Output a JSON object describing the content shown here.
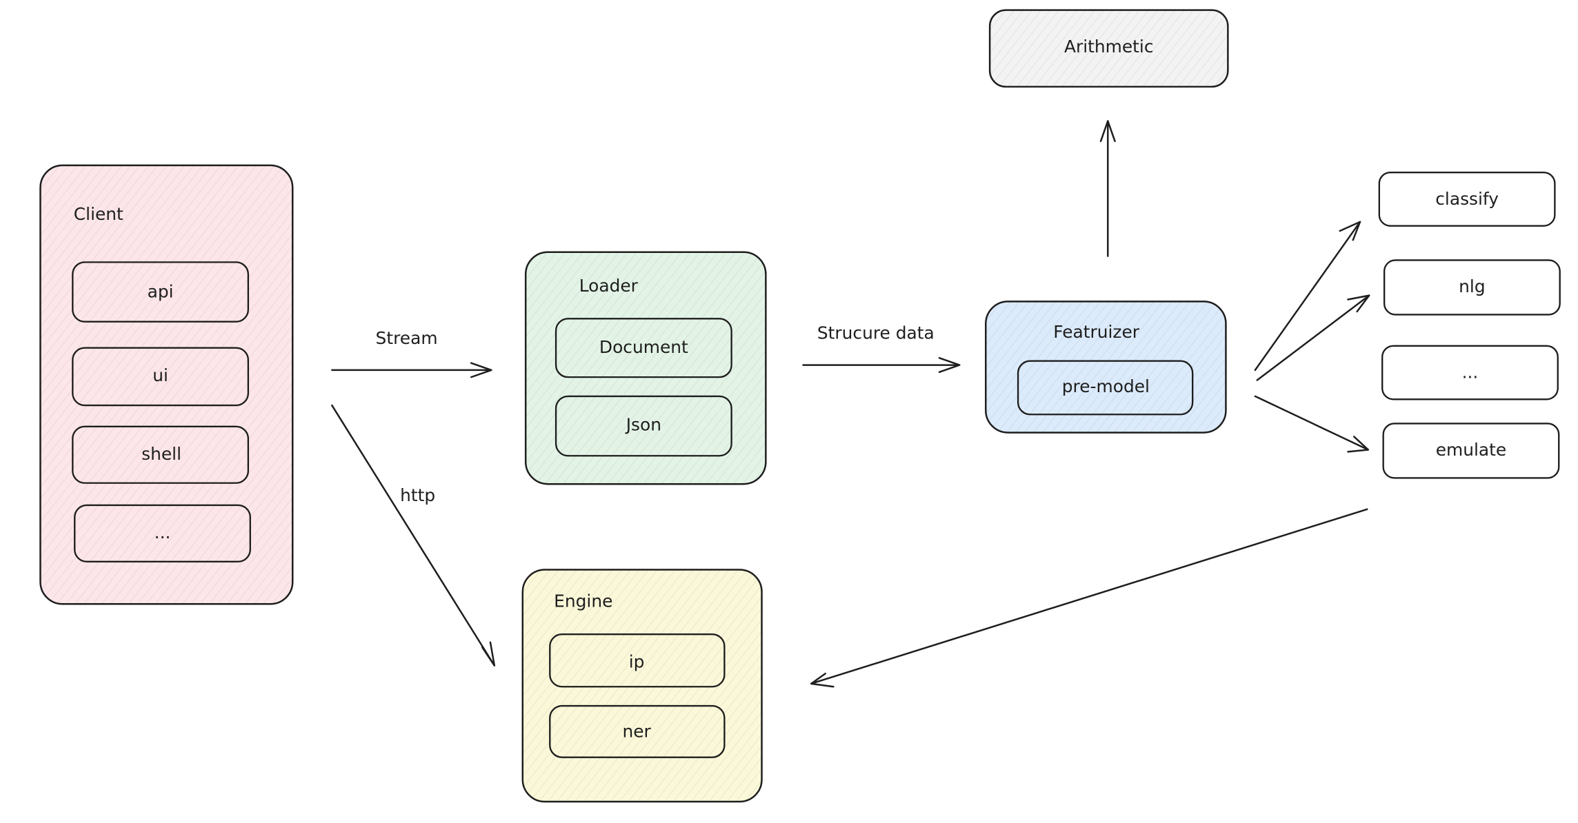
{
  "colors": {
    "stroke": "#1e1e1e",
    "client_fill": "#fde6e9",
    "loader_fill": "#e3f4e6",
    "featruizer_fill": "#dcebfb",
    "engine_fill": "#fbf8d9",
    "neutral_fill": "#f3f3f3"
  },
  "nodes": {
    "client": {
      "title": "Client",
      "items": [
        "api",
        "ui",
        "shell",
        "..."
      ]
    },
    "loader": {
      "title": "Loader",
      "items": [
        "Document",
        "Json"
      ]
    },
    "featruizer": {
      "title": "Featruizer",
      "items": [
        "pre-model"
      ]
    },
    "engine": {
      "title": "Engine",
      "items": [
        "ip",
        "ner"
      ]
    },
    "arithmetic": {
      "label": "Arithmetic"
    },
    "outputs": {
      "items": [
        "classify",
        "nlg",
        "...",
        "emulate"
      ]
    }
  },
  "edges": {
    "stream": "Stream",
    "http": "http",
    "structure_data": "Strucure data"
  }
}
